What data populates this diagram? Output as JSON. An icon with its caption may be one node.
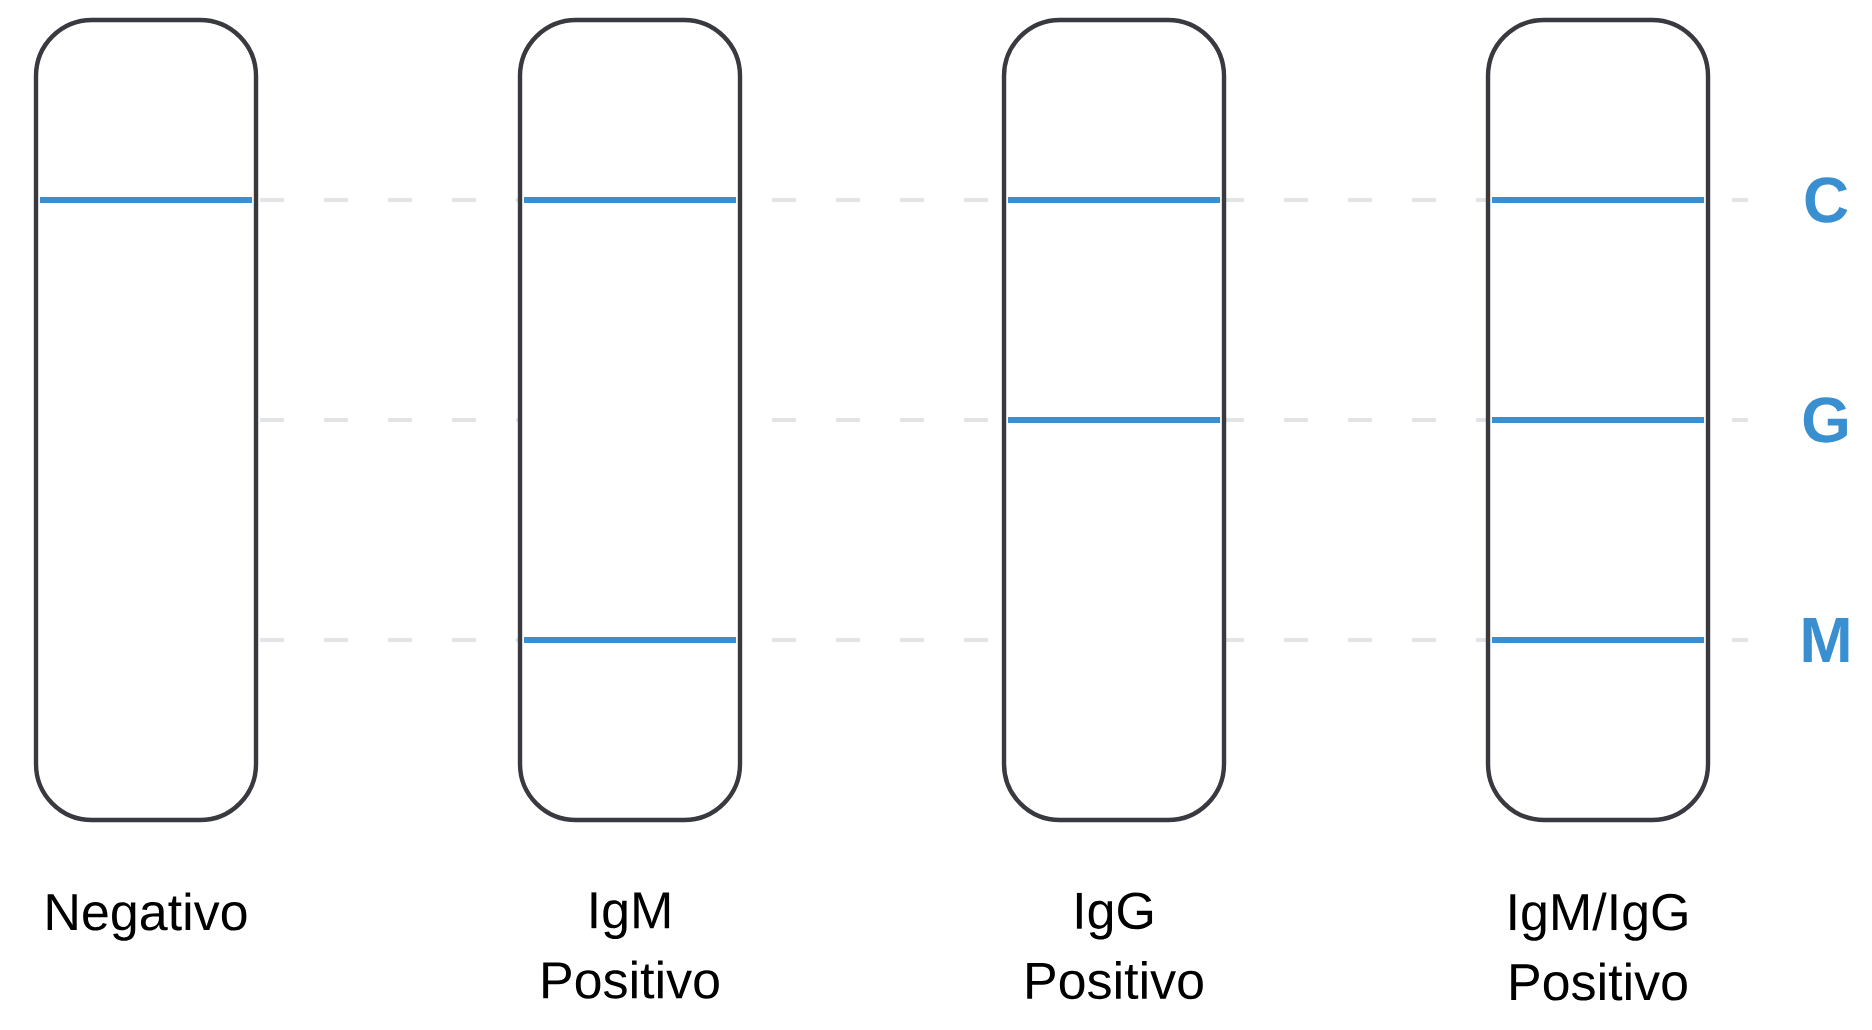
{
  "diagram": {
    "nodes": [
      {
        "text": [
          "Negativo"
        ]
      },
      {
        "text": [],
        "shape": "bar",
        "in": 0
      },
      {
        "text": [
          "IgM Positivo"
        ]
      },
      {
        "text": [],
        "shape": "bar",
        "in": 2
      },
      {
        "text": [],
        "shape": "bar",
        "in": 2
      },
      {
        "text": [
          "IgG Positivo"
        ]
      },
      {
        "text": [],
        "shape": "bar",
        "in": 5
      },
      {
        "text": [],
        "shape": "bar",
        "in": 5
      },
      {
        "text": [
          "IgM/IgG Positivo"
        ]
      },
      {
        "text": [],
        "shape": "bar",
        "in": 8
      },
      {
        "text": [],
        "shape": "bar",
        "in": 8
      },
      {
        "text": [],
        "shape": "bar",
        "in": 8
      }
    ],
    "labels": [
      "C",
      "G",
      "M"
    ]
  }
}
